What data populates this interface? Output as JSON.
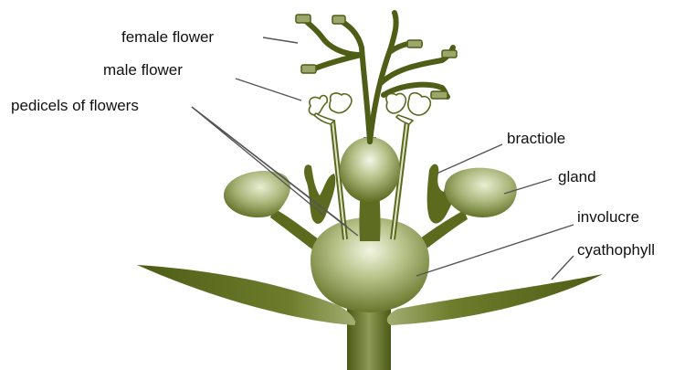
{
  "labels": {
    "female_flower": "female flower",
    "male_flower": "male flower",
    "pedicels": "pedicels of flowers",
    "bractiole": "bractiole",
    "gland": "gland",
    "involucre": "involucre",
    "cyathophyll": "cyathophyll"
  },
  "colors": {
    "plant_dark": "#4a5a14",
    "plant_mid": "#6b7b2a",
    "plant_light": "#c9d2a2",
    "leader_line": "#555555",
    "text": "#111111"
  }
}
